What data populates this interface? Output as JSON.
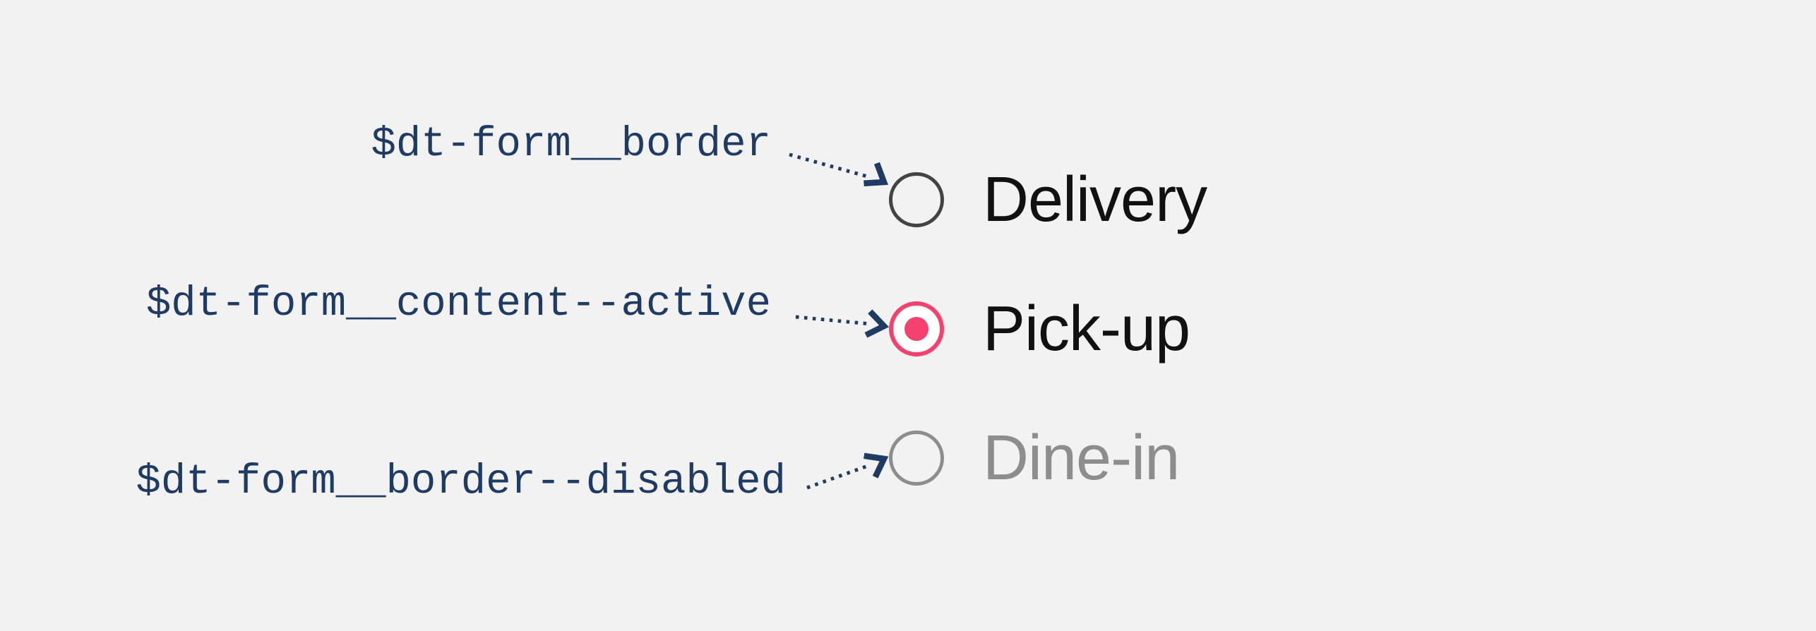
{
  "colors": {
    "background": "#f2f2f3",
    "annotation": "#1f3b64",
    "accent-pink": "#f3426e",
    "radio-border": "#434343",
    "radio-border-disabled": "#8d8d8d",
    "label-text": "#111111",
    "label-text-disabled": "#8d8d8d"
  },
  "annotations": [
    {
      "token": "$dt-form__border",
      "target": "Delivery"
    },
    {
      "token": "$dt-form__content--active",
      "target": "Pick-up"
    },
    {
      "token": "$dt-form__border--disabled",
      "target": "Dine-in"
    }
  ],
  "radio_group": {
    "options": [
      {
        "label": "Delivery",
        "state": "default",
        "selected": false,
        "disabled": false
      },
      {
        "label": "Pick-up",
        "state": "active",
        "selected": true,
        "disabled": false
      },
      {
        "label": "Dine-in",
        "state": "disabled",
        "selected": false,
        "disabled": true
      }
    ]
  }
}
